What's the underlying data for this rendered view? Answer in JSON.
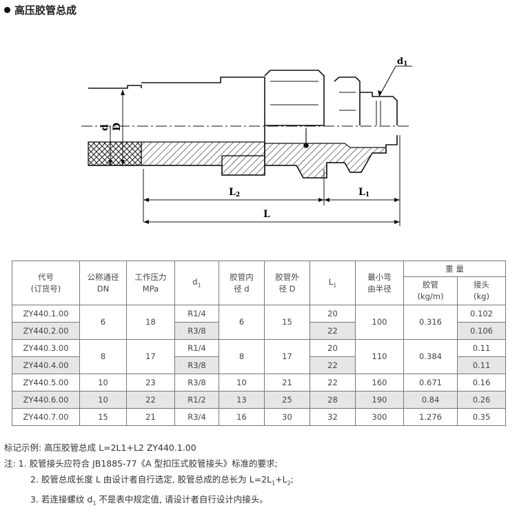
{
  "title": "高压胶管总成",
  "drawing": {
    "labels": {
      "d1": "d",
      "d1_sub": "1",
      "d": "d",
      "D": "D",
      "L2": "L",
      "L2_sub": "2",
      "L1": "L",
      "L1_sub": "1",
      "L": "L"
    }
  },
  "table": {
    "headers": {
      "code": "代号\n(订货号)",
      "dn": "公称通径\nDN",
      "pressure": "工作压力\nMPa",
      "d1": "d",
      "d1_sub": "1",
      "inner": "胶管内\n径 d",
      "outer": "胶管外\n径 D",
      "l1": "L",
      "l1_sub": "1",
      "radius": "最小弯\n由半径",
      "weight": "重      量",
      "hose_weight": "胶管\n(kg/m)",
      "joint_weight": "接头\n(kg)"
    },
    "rows": [
      {
        "code": "ZY440.1.00",
        "dn": "6",
        "pressure": "18",
        "d1": "R1/4",
        "inner": "6",
        "outer": "15",
        "l1": "20",
        "radius": "100",
        "hose": "0.316",
        "joint": "0.102"
      },
      {
        "code": "ZY440.2.00",
        "d1": "R3/8",
        "l1": "22",
        "joint": "0.106"
      },
      {
        "code": "ZY440.3.00",
        "dn": "8",
        "pressure": "17",
        "d1": "R1/4",
        "inner": "8",
        "outer": "17",
        "l1": "20",
        "radius": "110",
        "hose": "0.384",
        "joint": "0.11"
      },
      {
        "code": "ZY440.4.00",
        "d1": "R3/8",
        "l1": "22",
        "joint": "0.11"
      },
      {
        "code": "ZY440.5.00",
        "dn": "10",
        "pressure": "23",
        "d1": "R3/8",
        "inner": "10",
        "outer": "21",
        "l1": "22",
        "radius": "160",
        "hose": "0.671",
        "joint": "0.16"
      },
      {
        "code": "ZY440.6.00",
        "dn": "10",
        "pressure": "22",
        "d1": "R1/2",
        "inner": "13",
        "outer": "25",
        "l1": "28",
        "radius": "190",
        "hose": "0.84",
        "joint": "0.26"
      },
      {
        "code": "ZY440.7.00",
        "dn": "15",
        "pressure": "21",
        "d1": "R3/4",
        "inner": "16",
        "outer": "30",
        "l1": "32",
        "radius": "300",
        "hose": "1.276",
        "joint": "0.35"
      }
    ]
  },
  "notes": {
    "example": "标记示例:  高压胶管总成 L=2L1+L2    ZY440.1.00",
    "note1": "注: 1. 胶管接头应符合 JB1885-77《A 型扣压式胶管接头》标准的要求;",
    "note2_pre": "2. 胶管总成长度 L 由设计者自行选定, 胶管总成的总长为 L=2L",
    "note2_sub1": "1",
    "note2_plus": "+L",
    "note2_sub2": "2",
    "note2_end": ";",
    "note3_pre": "3. 若连接螺纹 d",
    "note3_sub": "1",
    "note3_post": " 不是表中规定值, 请设计者自行设计内接头。"
  }
}
